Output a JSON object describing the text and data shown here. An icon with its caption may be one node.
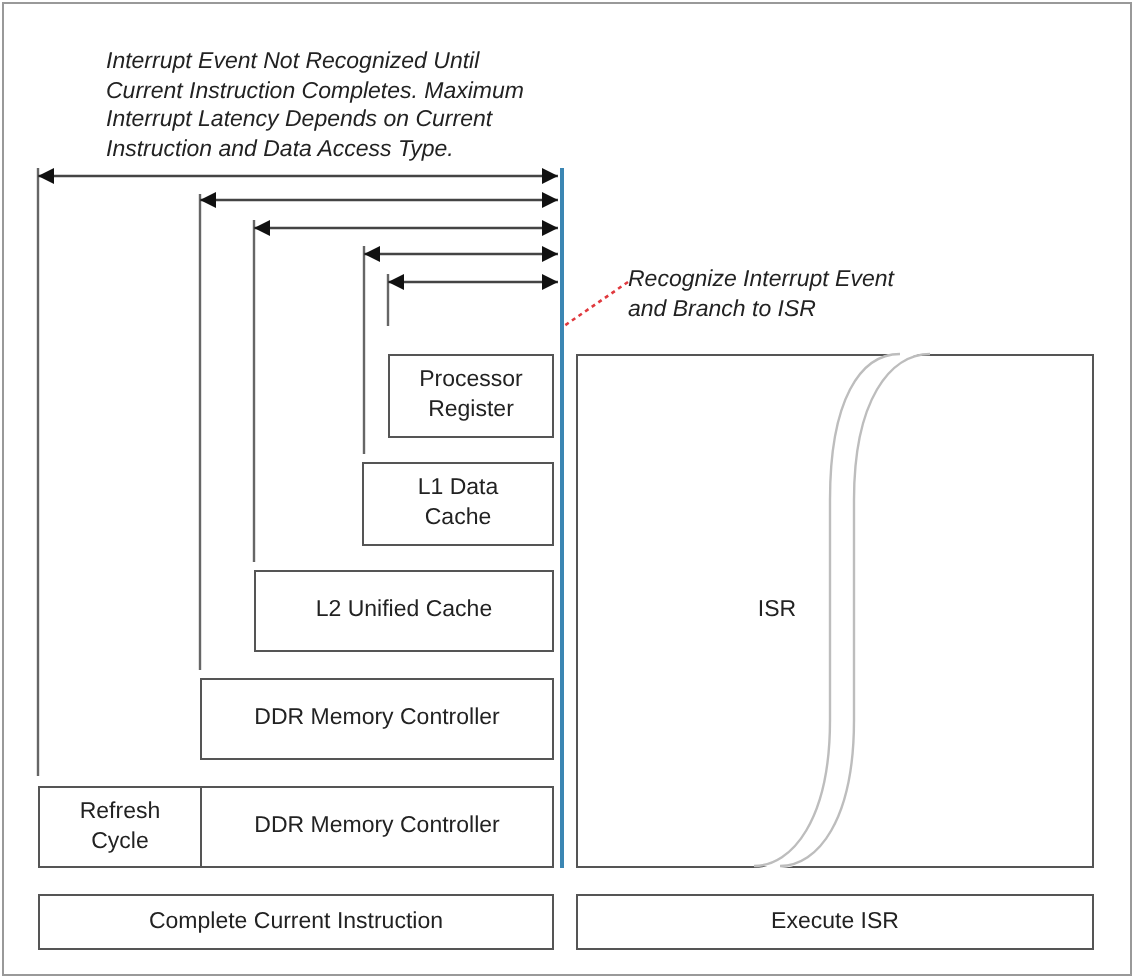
{
  "diagram": {
    "nodes": [
      {
        "text": [
          "Recognize Interrupt Event and Branch to ISR"
        ]
      },
      {
        "text": [],
        "shape": "bar"
      },
      {
        "text": [
          "Processor Register"
        ]
      },
      {
        "text": [
          "L1 Data Cache"
        ]
      },
      {
        "text": [
          "L2 Unified Cache"
        ]
      },
      {
        "text": [
          "DDR Memory Controller"
        ]
      },
      {
        "text": [
          "Refresh Cycle"
        ]
      },
      {
        "text": [
          "DDR Memory Controller"
        ]
      },
      {
        "text": [
          "ISR"
        ]
      },
      {
        "text": [
          "Complete Current Instruction"
        ]
      },
      {
        "text": [
          "Execute ISR"
        ]
      }
    ],
    "edges": [
      {
        "from": 0,
        "to": 1,
        "arrow": "none",
        "style": "dashed",
        "color": "#e0393e"
      }
    ],
    "labels": [
      "Interrupt Event Not Recognized Until Current Instruction Completes. Maximum Interrupt Latency Depends on Current Instruction and Data Access Type."
    ]
  }
}
